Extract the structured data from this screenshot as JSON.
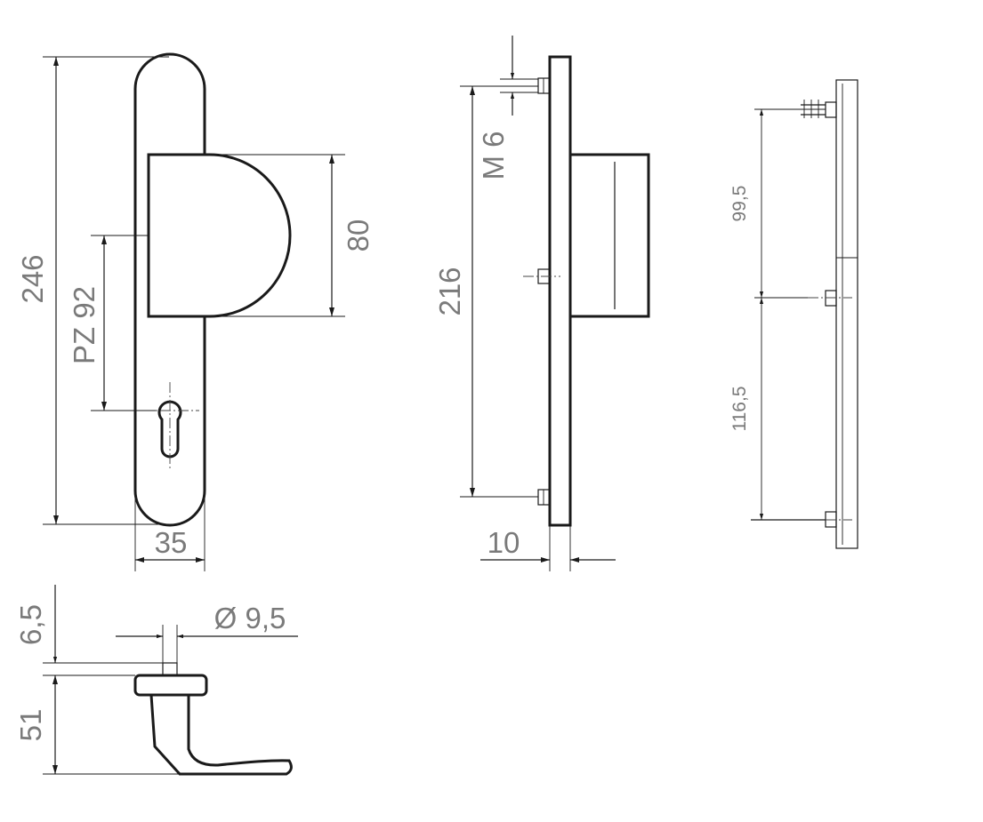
{
  "front_view": {
    "total_height": "246",
    "handle_height": "80",
    "cylinder_distance": "PZ 92",
    "plate_width": "35"
  },
  "side_view": {
    "screw_thread": "M 6",
    "screw_distance": "216",
    "plate_thickness": "10"
  },
  "right_view": {
    "upper_distance": "99,5",
    "lower_distance": "116,5"
  },
  "bottom_view": {
    "pin_height": "6,5",
    "pin_diameter": "Ø 9,5",
    "handle_projection": "51"
  },
  "colors": {
    "line": "#1a1a1a",
    "dimension_text": "#7a7a7a",
    "background": "#ffffff"
  }
}
